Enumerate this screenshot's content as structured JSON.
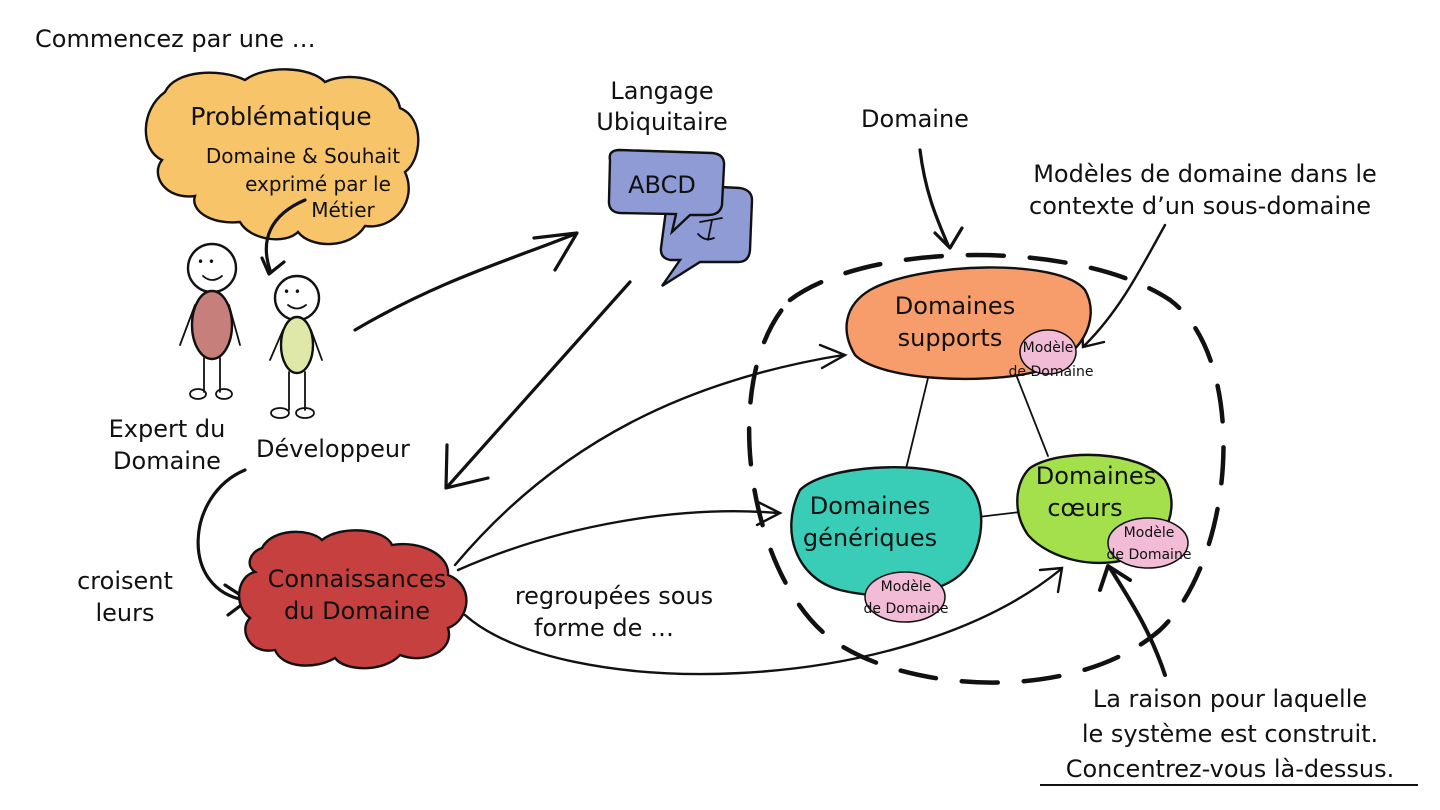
{
  "colors": {
    "cloud_problem": "#f8c46a",
    "cloud_knowledge": "#c5403f",
    "bubble_language": "#8f9bd5",
    "supports": "#f79d6c",
    "generiques": "#39cdb8",
    "coeurs": "#a3e04b",
    "model_blob": "#f2bcd6",
    "expert_body": "#c77f7c",
    "dev_body": "#dfe8a8"
  },
  "labels": {
    "intro": "Commencez par une …",
    "problem_title": "Problématique",
    "problem_line1": "Domaine & Souhait",
    "problem_line2": "exprimé par le",
    "problem_line3": "Métier",
    "language_line1": "Langage",
    "language_line2": "Ubiquitaire",
    "bubble_text": "ABCD",
    "domain_label": "Domaine",
    "models_line1": "Modèles de domaine dans le",
    "models_line2": "contexte d’un sous-domaine",
    "expert_line1": "Expert du",
    "expert_line2": "Domaine",
    "developer": "Développeur",
    "cross_line1": "croisent",
    "cross_line2": "leurs",
    "knowledge_line1": "Connaissances",
    "knowledge_line2": "du Domaine",
    "grouped_line1": "regroupées sous",
    "grouped_line2": "forme de …",
    "supports_line1": "Domaines",
    "supports_line2": "supports",
    "generiques_line1": "Domaines",
    "generiques_line2": "génériques",
    "coeurs_line1": "Domaines",
    "coeurs_line2": "cœurs",
    "model_line1": "Modèle",
    "model_line2": "de Domaine",
    "footer_line1": "La raison pour laquelle",
    "footer_line2": "le système est construit.",
    "footer_line3": "Concentrez-vous là-dessus."
  }
}
